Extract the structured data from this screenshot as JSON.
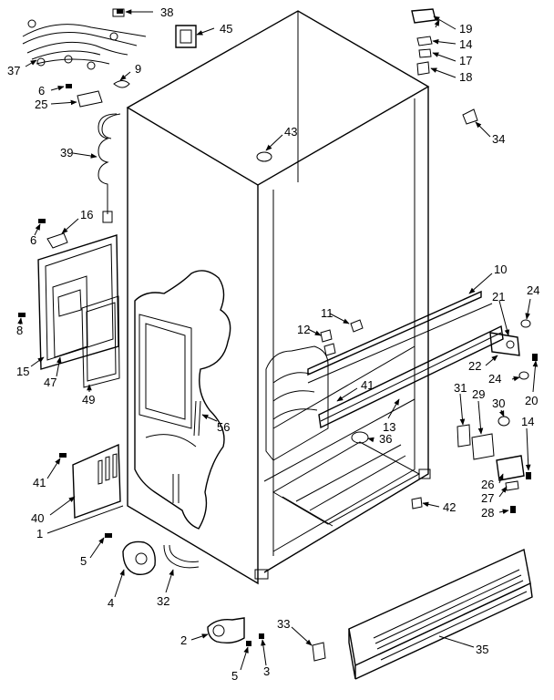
{
  "part_numbers": {
    "p1": "1",
    "p2": "2",
    "p3": "3",
    "p4": "4",
    "p5a": "5",
    "p5b": "5",
    "p6a": "6",
    "p6b": "6",
    "p8": "8",
    "p9": "9",
    "p10": "10",
    "p11": "11",
    "p12": "12",
    "p13": "13",
    "p14a": "14",
    "p14b": "14",
    "p15": "15",
    "p16": "16",
    "p17": "17",
    "p18": "18",
    "p19": "19",
    "p20": "20",
    "p21": "21",
    "p22": "22",
    "p24a": "24",
    "p24b": "24",
    "p25": "25",
    "p26": "26",
    "p27": "27",
    "p28": "28",
    "p29": "29",
    "p30": "30",
    "p31": "31",
    "p32": "32",
    "p33": "33",
    "p34": "34",
    "p35": "35",
    "p36": "36",
    "p37": "37",
    "p38": "38",
    "p39": "39",
    "p40": "40",
    "p41a": "41",
    "p41b": "41",
    "p42": "42",
    "p43": "43",
    "p45": "45",
    "p47": "47",
    "p49": "49",
    "p56": "56"
  }
}
